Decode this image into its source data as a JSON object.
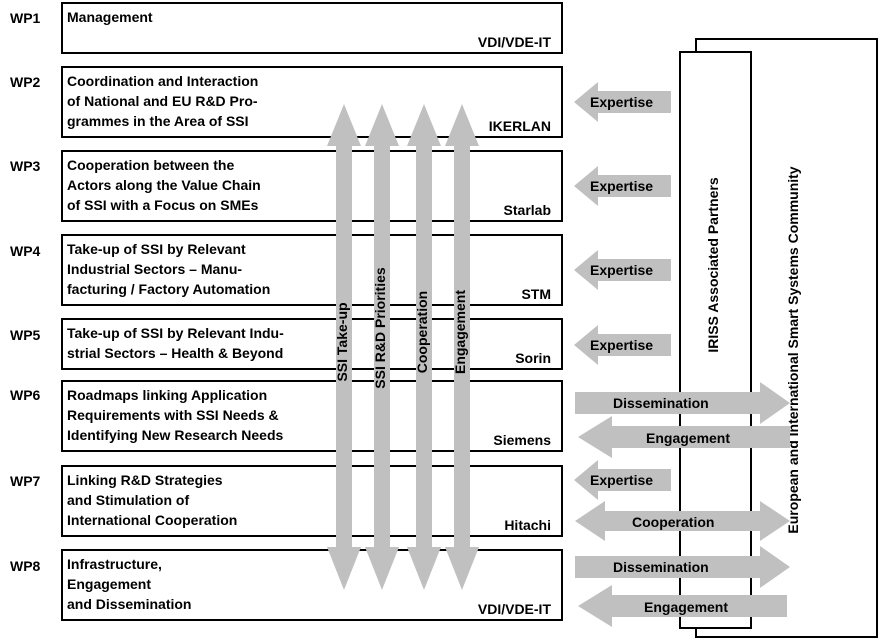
{
  "work_packages": [
    {
      "id": "WP1",
      "title": "Management",
      "leader": "VDI/VDE-IT"
    },
    {
      "id": "WP2",
      "title": "Coordination and Interaction\nof National and EU R&D Pro-\ngrammes in the Area of SSI",
      "leader": "IKERLAN"
    },
    {
      "id": "WP3",
      "title": "Cooperation between the\nActors along the Value Chain\nof SSI with a Focus on SMEs",
      "leader": "Starlab"
    },
    {
      "id": "WP4",
      "title": "Take-up of SSI by Relevant\nIndustrial Sectors – Manu-\nfacturing / Factory Automation",
      "leader": "STM"
    },
    {
      "id": "WP5",
      "title": "Take-up of SSI by Relevant Indu-\nstrial Sectors – Health & Beyond",
      "leader": "Sorin"
    },
    {
      "id": "WP6",
      "title": "Roadmaps linking Application\nRequirements with SSI Needs &\nIdentifying  New Research Needs",
      "leader": "Siemens"
    },
    {
      "id": "WP7",
      "title": "Linking R&D Strategies\nand Stimulation of\nInternational Cooperation",
      "leader": "Hitachi"
    },
    {
      "id": "WP8",
      "title": "Infrastructure,\nEngagement\nand Dissemination",
      "leader": "VDI/VDE-IT"
    }
  ],
  "vertical_arrows": [
    "SSI Take-up",
    "SSI R&D Priorities",
    "Cooperation",
    "Engagement"
  ],
  "side_arrows": {
    "expertise": "Expertise",
    "dissemination": "Dissemination",
    "engagement": "Engagement",
    "cooperation": "Cooperation"
  },
  "panels": {
    "associated": "IRISS Associated Partners",
    "community": "European and International Smart Systems Community"
  },
  "colors": {
    "arrow": "#c0c0c0",
    "border": "#000000"
  }
}
